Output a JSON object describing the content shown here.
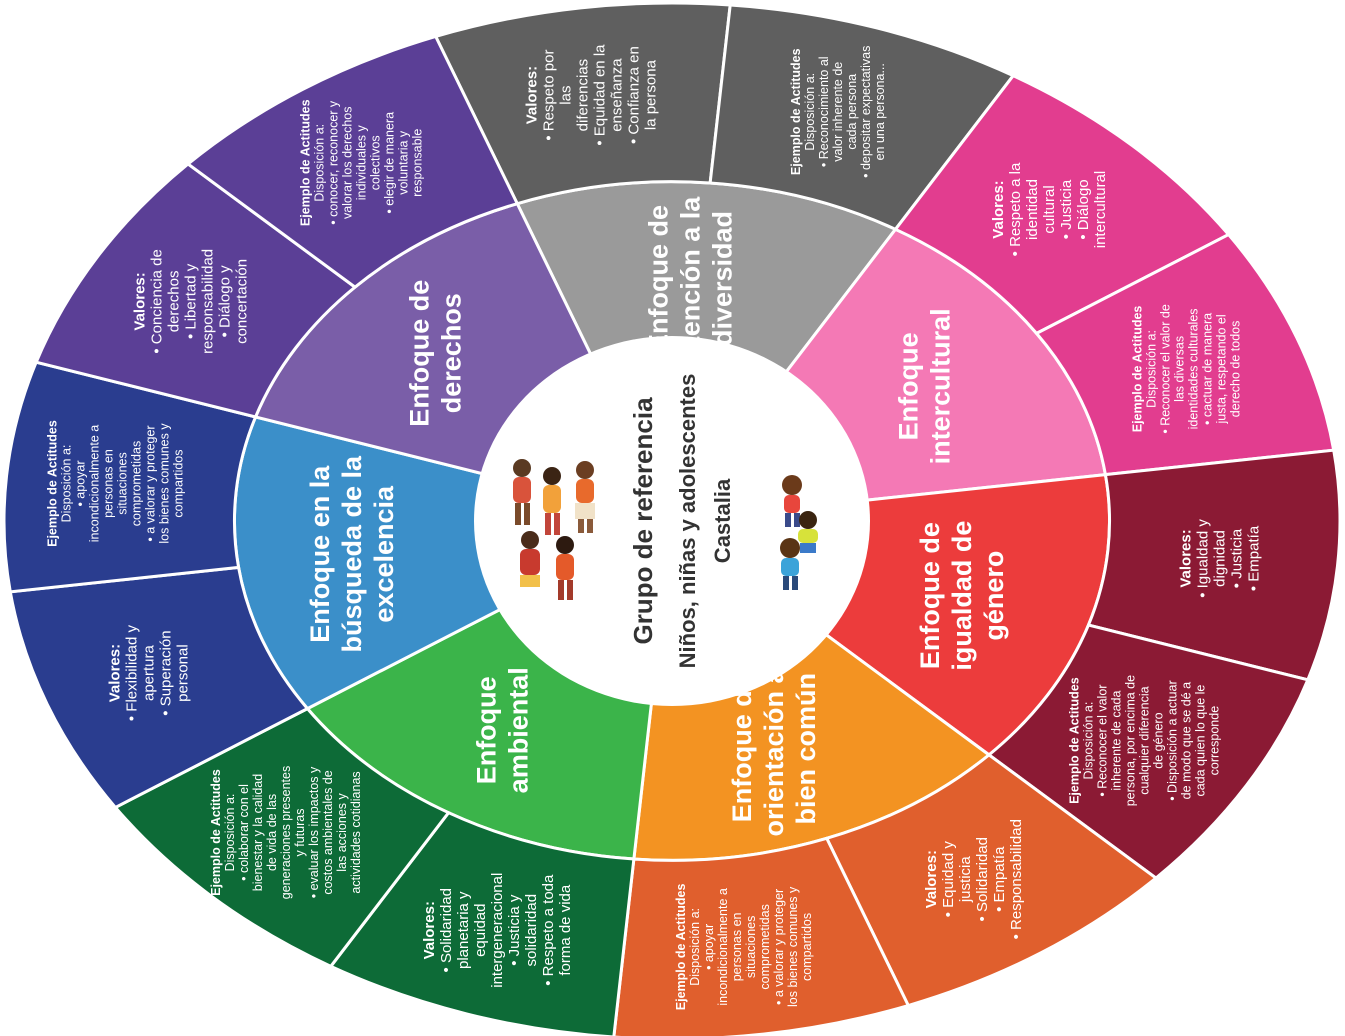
{
  "center": {
    "title": "Grupo de referencia",
    "subtitle": "Niños, niñas y adolescentes",
    "place": "Castalia"
  },
  "labels": {
    "values": "Valores:",
    "attitudes": "Ejemplo de Actitudes",
    "disposition": "Disposición a:"
  },
  "sectors": [
    {
      "id": "diversidad",
      "title": [
        "Enfoque de",
        "atención a la",
        "diversidad"
      ],
      "inner_color": "#9a9a9a",
      "outer_color": "#5f5f5f",
      "values": [
        "Respeto por las diferencias",
        "Equidad en la enseñanza",
        "Confianza en la persona"
      ],
      "actitudes": [
        "Reconocimiento al valor inherente de cada persona",
        "depositar expectativas en una persona..."
      ]
    },
    {
      "id": "intercultural",
      "title": [
        "Enfoque",
        "intercultural"
      ],
      "inner_color": "#f479b5",
      "outer_color": "#e23d8f",
      "values": [
        "Respeto a la identidad cultural",
        "Justicia",
        "Diálogo intercultural"
      ],
      "actitudes": [
        "Reconocer el valor de las diversas identidades culturales",
        "cactuar de manera justa, respetando el derecho de todos"
      ]
    },
    {
      "id": "genero",
      "title": [
        "Enfoque de",
        "igualdad de",
        "género"
      ],
      "inner_color": "#ec3c3c",
      "outer_color": "#8b1a34",
      "values": [
        "Igualdad y dignidad",
        "Justicia",
        "Empatía"
      ],
      "actitudes": [
        "Reconocer el valor inherente de cada persona, por encima de cualquier diferencia de género",
        "Disposición a actuar de modo que se dé a cada quien lo que le corresponde"
      ]
    },
    {
      "id": "bien-comun",
      "title": [
        "Enfoque de",
        "orientación al",
        "bien común"
      ],
      "inner_color": "#f39322",
      "outer_color": "#e05f2d",
      "values": [
        "Equidad y justicia",
        "Solidaridad",
        "Empatía",
        "Responsabilidad"
      ],
      "actitudes": [
        "apoyar incondicionalmente a personas en situaciones comprometidas",
        "a valorar y proteger los bienes comunes y compartidos"
      ]
    },
    {
      "id": "ambiental",
      "title": [
        "Enfoque",
        "ambiental"
      ],
      "inner_color": "#3bb44a",
      "outer_color": "#0d6b37",
      "values": [
        "Solidaridad planetaria y equidad intergeneracional",
        "Justicia y solidaridad",
        "Respeto a toda forma de vida"
      ],
      "actitudes": [
        "colaborar con el bienestar y la calidad de vida de las generaciones presentes y futuras",
        "evaluar los impactos y costos ambientales de las acciones y actividades cotidianas"
      ]
    },
    {
      "id": "excelencia",
      "title": [
        "Enfoque en la",
        "búsqueda de la",
        "excelencia"
      ],
      "inner_color": "#3b8fc9",
      "outer_color": "#2a3d8f",
      "values": [
        "Flexibilidad y apertura",
        "Superación personal"
      ],
      "actitudes": [
        "apoyar incondicionalmente a personas en situaciones comprometidas",
        "a valorar y proteger los bienes comunes y compartidos"
      ]
    },
    {
      "id": "derechos",
      "title": [
        "Enfoque de",
        "derechos"
      ],
      "inner_color": "#7a5ea8",
      "outer_color": "#5b3f96",
      "values": [
        "Conciencia de derechos",
        "Libertad y responsabilidad",
        "Diálogo y concertación"
      ],
      "actitudes": [
        "conocer, reconocer y valorar los derechos individuales y colectivos",
        "elegir de manera voluntaria y responsable"
      ]
    }
  ]
}
